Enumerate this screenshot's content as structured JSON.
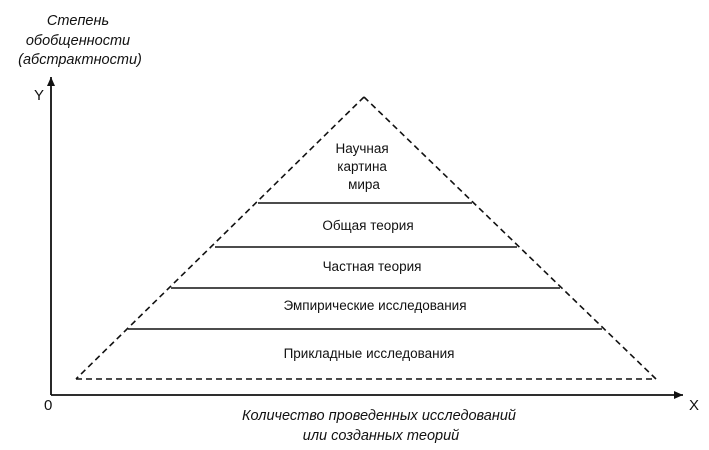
{
  "y_axis": {
    "letter": "Y",
    "title_lines": [
      "Степень",
      "обобщенности",
      "(абстрактности)"
    ]
  },
  "x_axis": {
    "letter": "X",
    "title_lines": [
      "Количество проведенных исследований",
      "или созданных теорий"
    ]
  },
  "origin_label": "0",
  "pyramid_levels": [
    {
      "lines": [
        "Научная",
        "картина",
        "мира"
      ]
    },
    {
      "lines": [
        "Общая теория"
      ]
    },
    {
      "lines": [
        "Частная теория"
      ]
    },
    {
      "lines": [
        "Эмпирические исследования"
      ]
    },
    {
      "lines": [
        "Прикладные исследования"
      ]
    }
  ],
  "colors": {
    "ink": "#111111",
    "background": "#ffffff"
  }
}
